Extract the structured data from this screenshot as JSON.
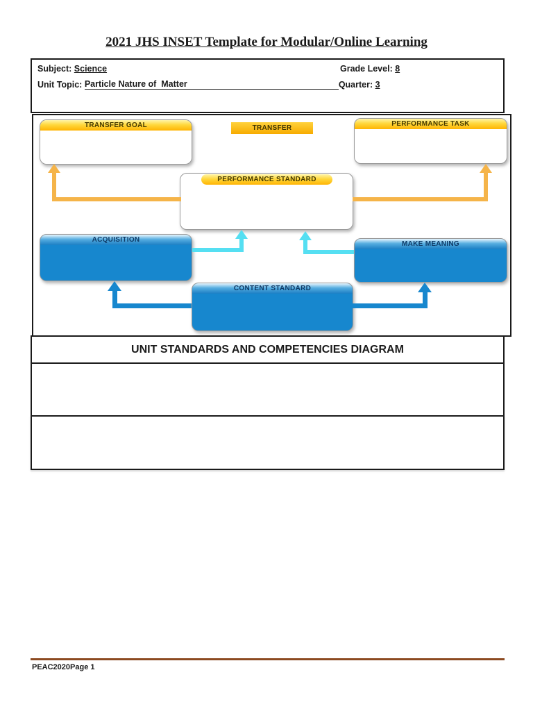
{
  "page": {
    "title": "2021 JHS INSET Template for Modular/Online Learning"
  },
  "info_table": {
    "subject_label": "Subject: ",
    "subject_value": "Science",
    "grade_level_label": "Grade Level: ",
    "grade_level_value": "8",
    "unit_topic_label": "Unit Topic: ",
    "unit_topic_value": "Particle Nature of  Matter",
    "quarter_label": "Quarter: ",
    "quarter_value": "3"
  },
  "diagram": {
    "nodes": [
      {
        "id": "transfer-goal",
        "label": "TRANSFER GOAL",
        "theme": "yellow"
      },
      {
        "id": "transfer",
        "label": "TRANSFER",
        "theme": "yellow"
      },
      {
        "id": "performance-task",
        "label": "PERFORMANCE TASK",
        "theme": "yellow"
      },
      {
        "id": "performance-standard",
        "label": "PERFORMANCE STANDARD",
        "theme": "yellow"
      },
      {
        "id": "acquisition",
        "label": "ACQUISITION",
        "theme": "blue"
      },
      {
        "id": "make-meaning",
        "label": "MAKE MEANING",
        "theme": "blue"
      },
      {
        "id": "content-standard",
        "label": "CONTENT STANDARD",
        "theme": "blue"
      }
    ],
    "connections": [
      {
        "from": "performance-standard",
        "to": "transfer-goal",
        "color": "#f5b449"
      },
      {
        "from": "performance-standard",
        "to": "performance-task",
        "color": "#f5b449"
      },
      {
        "from": "acquisition",
        "to": "performance-standard",
        "color": "#55dff2"
      },
      {
        "from": "make-meaning",
        "to": "performance-standard",
        "color": "#55dff2"
      },
      {
        "from": "content-standard",
        "to": "acquisition",
        "color": "#1787ce"
      },
      {
        "from": "content-standard",
        "to": "make-meaning",
        "color": "#1787ce"
      }
    ],
    "colors": {
      "yellow_header_top": "#fff4a8",
      "yellow_header_bottom": "#ffb402",
      "blue_header_top": "#e8f6fe",
      "blue_header_bottom": "#1b7fc4",
      "orange_arrow": "#f5b449",
      "cyan_arrow": "#55dff2",
      "blue_arrow": "#1787ce"
    }
  },
  "sections": {
    "diagram_title": "UNIT STANDARDS AND COMPETENCIES DIAGRAM"
  },
  "footer": {
    "text": "PEAC2020Page 1",
    "rule_color": "#8c4a21"
  }
}
